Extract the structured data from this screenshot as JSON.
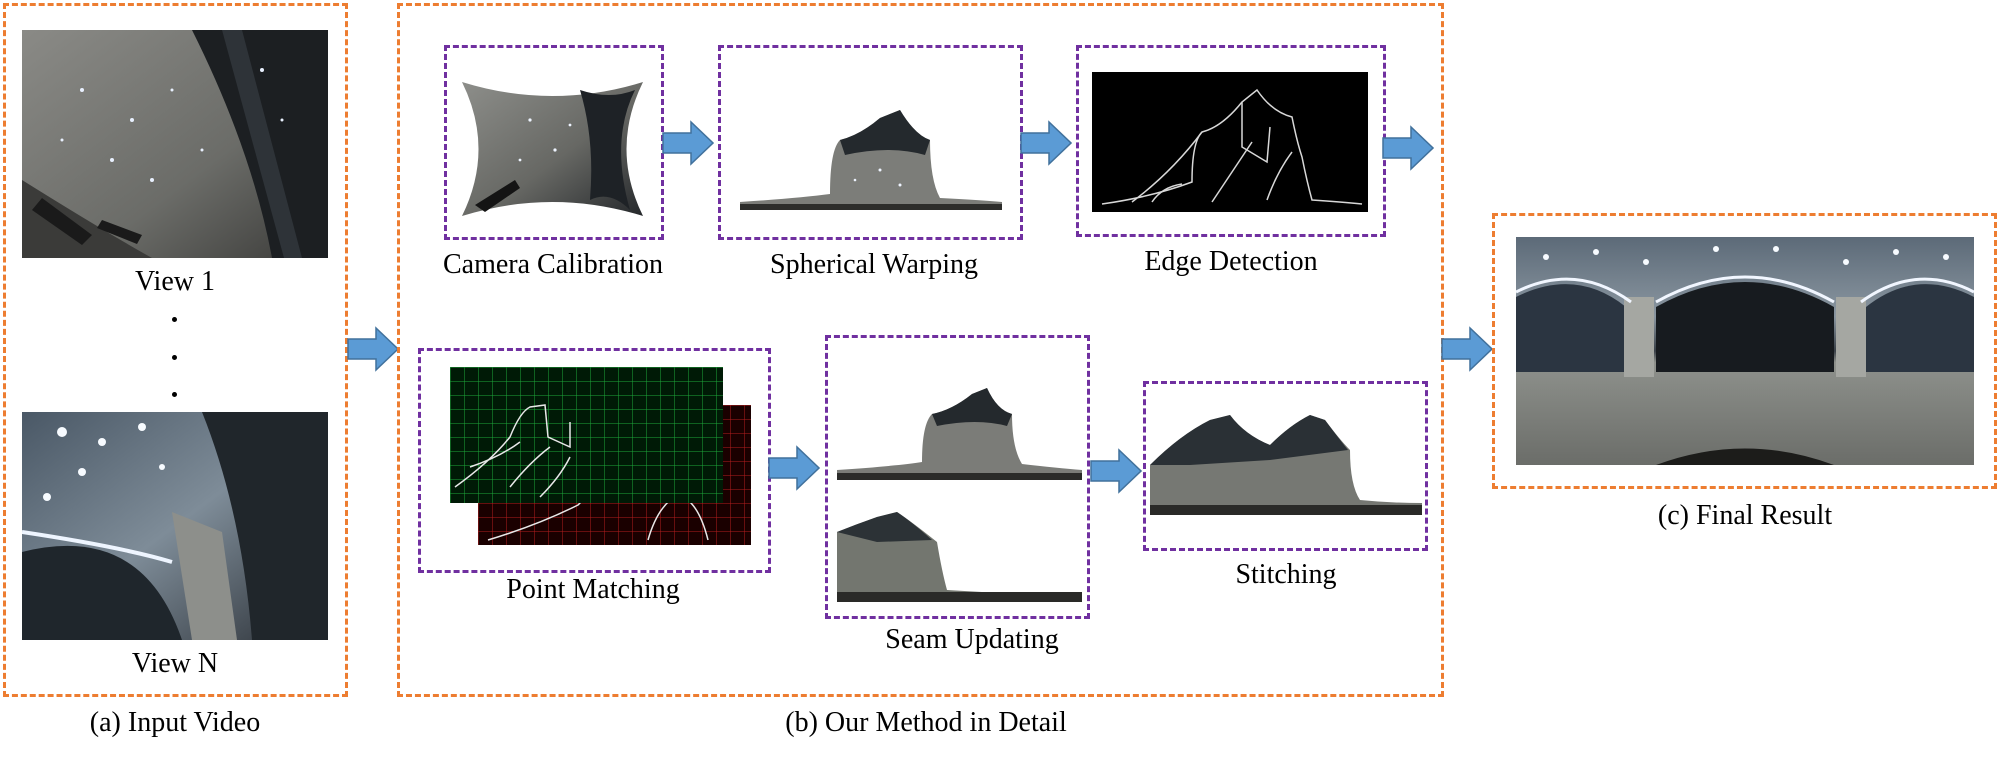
{
  "panels": {
    "input": {
      "caption": "(a) Input Video",
      "view_first_label": "View 1",
      "view_last_label": "View N"
    },
    "method": {
      "caption": "(b) Our Method in Detail",
      "steps": {
        "camera_calibration": "Camera Calibration",
        "spherical_warping": "Spherical Warping",
        "edge_detection": "Edge Detection",
        "point_matching": "Point Matching",
        "seam_updating": "Seam Updating",
        "stitching": "Stitching"
      }
    },
    "result": {
      "caption": "(c) Final Result"
    }
  },
  "colors": {
    "panel_border": "#ed7d31",
    "step_border": "#7030a0",
    "arrow": "#5b9bd5"
  }
}
